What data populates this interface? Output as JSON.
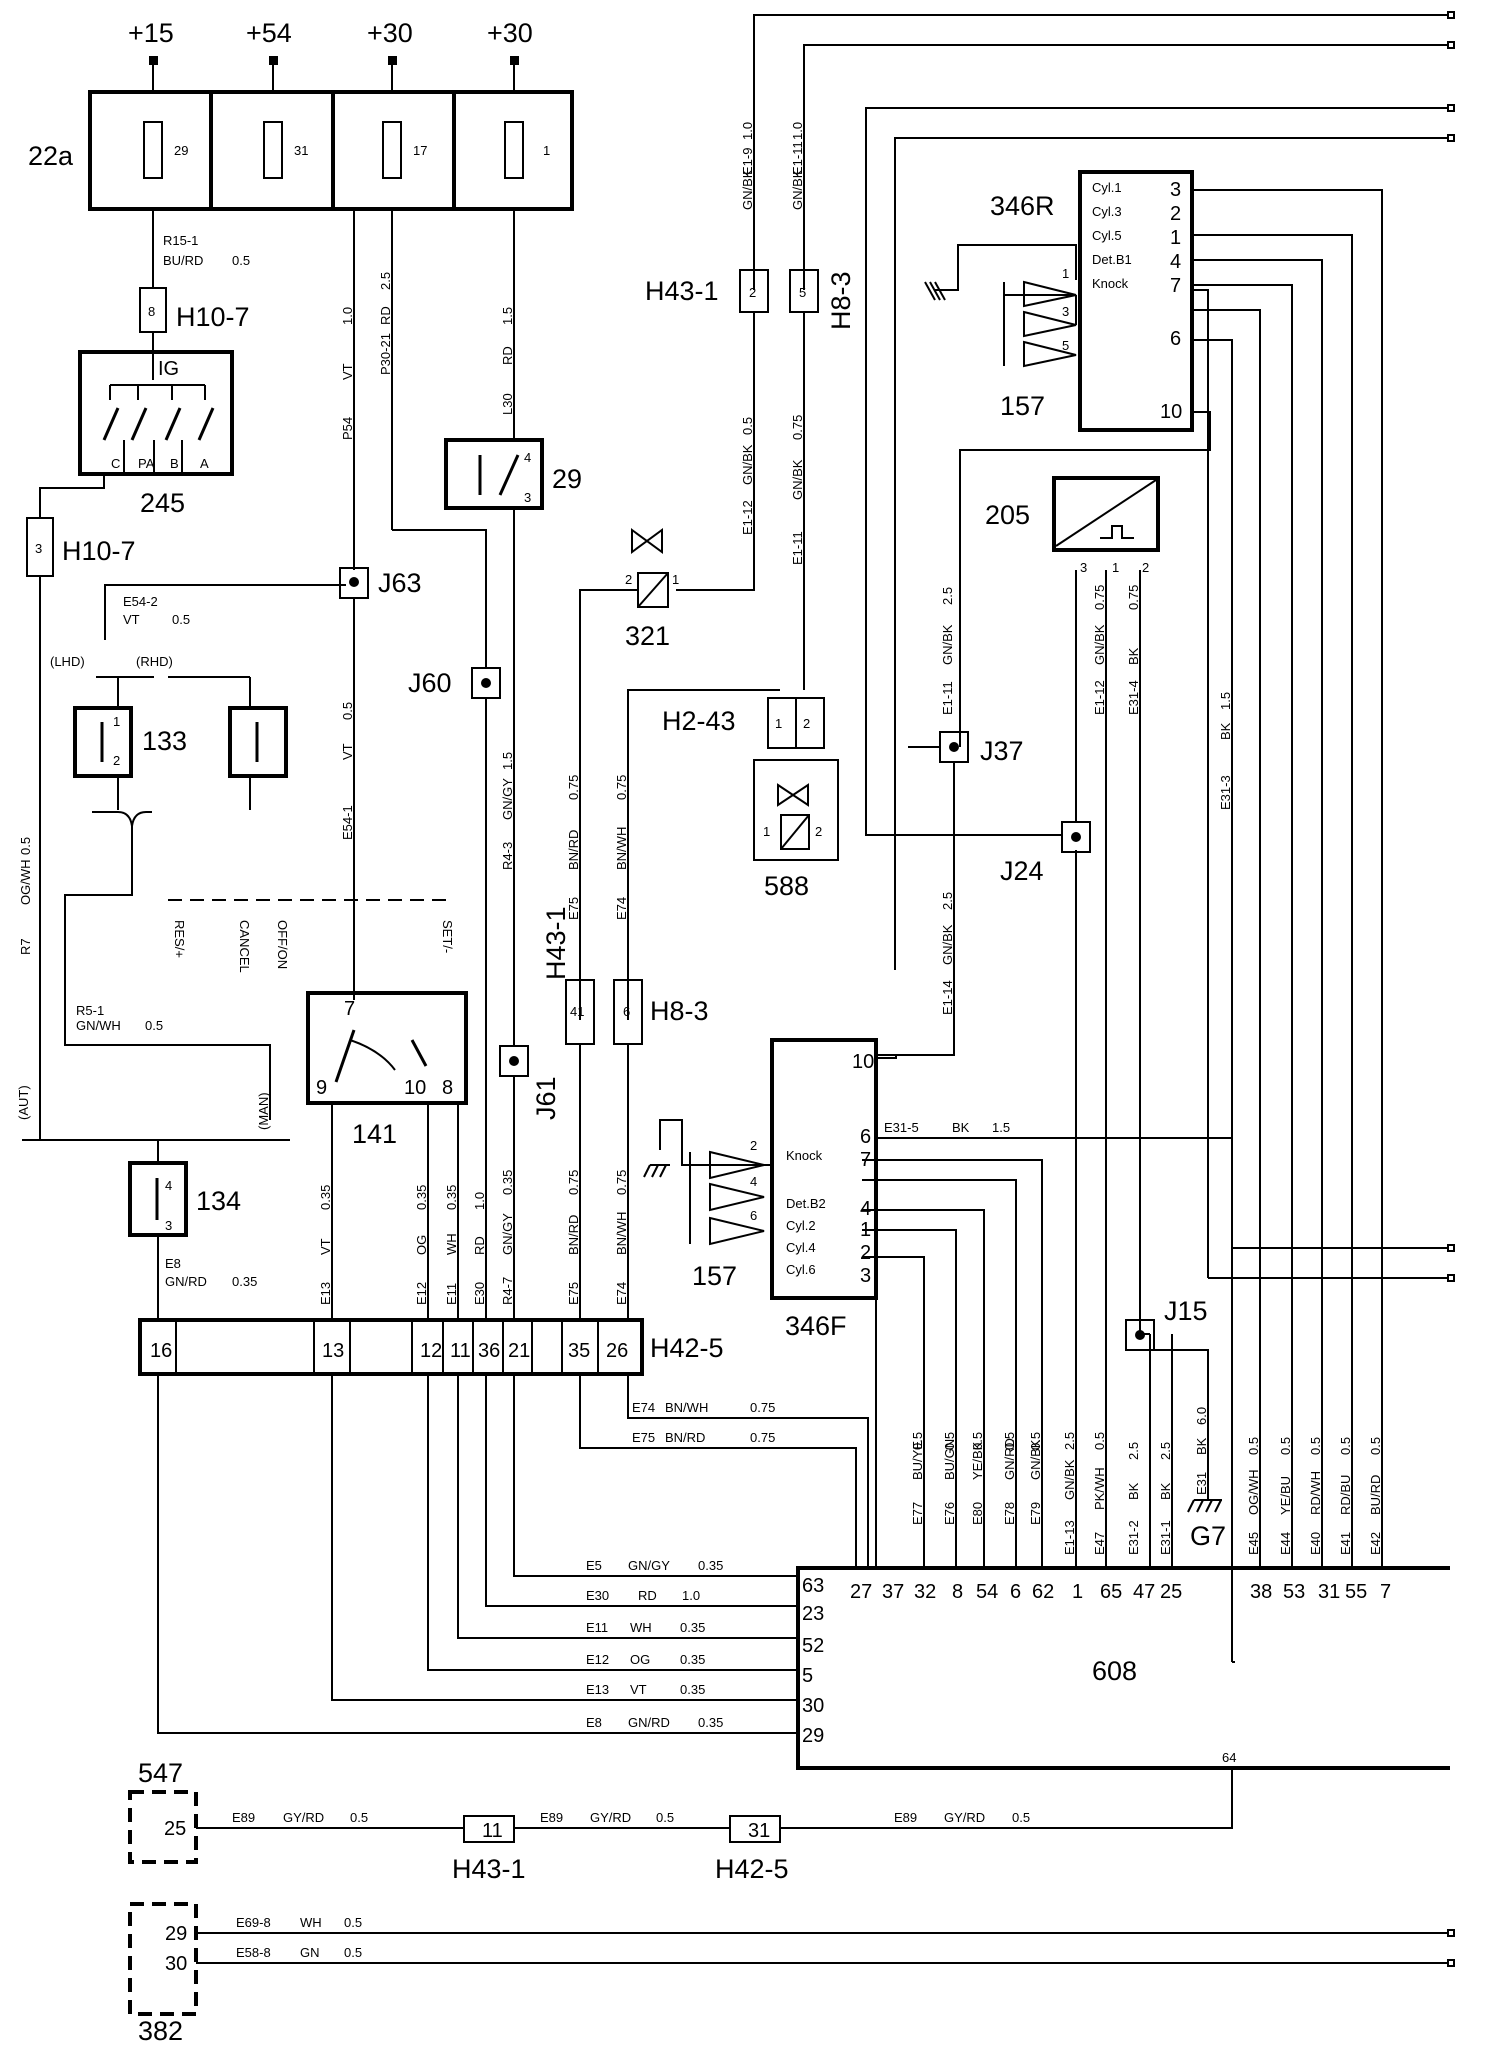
{
  "supply": {
    "p15": "+15",
    "p54": "+54",
    "p30a": "+30",
    "p30b": "+30"
  },
  "fuse_box": {
    "id": "22a",
    "fuses": [
      "29",
      "31",
      "17",
      "1"
    ]
  },
  "wires": {
    "r15": "R15-1",
    "r15c": "BU/RD",
    "r15s": "0.5",
    "p54": "P54",
    "p54c": "VT",
    "p54s": "1.0",
    "p30": "P30-21",
    "p30c": "RD",
    "p30s": "2.5",
    "l30": "L30",
    "l30c": "RD",
    "l30s": "1.5",
    "e19": "E1-9",
    "e19c": "GN/BK",
    "e19s": "1.0",
    "e111": "E1-11",
    "e111c": "GN/BK",
    "e111s": "1.0",
    "e112a": "E1-12",
    "e112ac": "GN/BK",
    "e112as": "0.5",
    "e111b": "E1-11",
    "e111bc": "GN/BK",
    "e111bs": "0.75",
    "e542": "E54-2",
    "e542c": "VT",
    "e542s": "0.5",
    "e541": "E54-1",
    "e541c": "VT",
    "e541s": "0.5",
    "r7": "R7",
    "r7c": "OG/WH",
    "r7s": "0.5",
    "r51": "R5-1",
    "r51c": "GN/WH",
    "r51s": "0.5",
    "r43": "R4-3",
    "r43c": "GN/GY",
    "r43s": "1.5",
    "e75a": "E75",
    "e75ac": "BN/RD",
    "e75as": "0.75",
    "e74a": "E74",
    "e74ac": "BN/WH",
    "e74as": "0.75",
    "e111c2": "E1-11",
    "e111c2c": "GN/BK",
    "e111c2s": "2.5",
    "e112b": "E1-12",
    "e112bc": "GN/BK",
    "e112bs": "0.75",
    "e314": "E31-4",
    "e314c": "BK",
    "e314s": "0.75",
    "e313": "E31-3",
    "e313c": "BK",
    "e313s": "1.5",
    "e114": "E1-14",
    "e114c": "GN/BK",
    "e114s": "2.5",
    "e315": "E31-5",
    "e315c": "BK",
    "e315s": "1.5",
    "e8": "E8",
    "e8c": "GN/RD",
    "e8s": "0.35",
    "e74b": "E74",
    "e74bc": "BN/WH",
    "e74bs": "0.75",
    "e75b": "E75",
    "e75bc": "BN/RD",
    "e75bs": "0.75",
    "e89": "E89",
    "e89c": "GY/RD",
    "e89s": "0.5",
    "e698": "E69-8",
    "e698c": "WH",
    "e698s": "0.5",
    "e588": "E58-8",
    "e588c": "GN",
    "e588s": "0.5",
    "lhd": "(LHD)",
    "rhd": "(RHD)",
    "aut": "(AUT)",
    "man": "(MAN)"
  },
  "h42_vert": [
    {
      "n": "E13",
      "c": "VT",
      "s": "0.35"
    },
    {
      "n": "E12",
      "c": "OG",
      "s": "0.35"
    },
    {
      "n": "E11",
      "c": "WH",
      "s": "0.35"
    },
    {
      "n": "E30",
      "c": "RD",
      "s": "1.0"
    },
    {
      "n": "R4-7",
      "c": "GN/GY",
      "s": "0.35"
    },
    {
      "n": "E75",
      "c": "BN/RD",
      "s": "0.75"
    },
    {
      "n": "E74",
      "c": "BN/WH",
      "s": "0.75"
    }
  ],
  "h42_pins": [
    "16",
    "13",
    "12",
    "11",
    "36",
    "21",
    "35",
    "26"
  ],
  "ecu_left_wires": [
    {
      "n": "E5",
      "c": "GN/GY",
      "s": "0.35",
      "pin": "63"
    },
    {
      "n": "E30",
      "c": "RD",
      "s": "1.0",
      "pin": "23"
    },
    {
      "n": "E11",
      "c": "WH",
      "s": "0.35",
      "pin": "52"
    },
    {
      "n": "E12",
      "c": "OG",
      "s": "0.35",
      "pin": "5"
    },
    {
      "n": "E13",
      "c": "VT",
      "s": "0.35",
      "pin": "30"
    },
    {
      "n": "E8",
      "c": "GN/RD",
      "s": "0.35",
      "pin": "29"
    }
  ],
  "ecu_top_wires": [
    {
      "n": "E77",
      "c": "BU/YE",
      "s": "0.5"
    },
    {
      "n": "E76",
      "c": "BU/GN",
      "s": "0.5"
    },
    {
      "n": "E80",
      "c": "YE/BK",
      "s": "0.5"
    },
    {
      "n": "E78",
      "c": "GN/RD",
      "s": "0.5"
    },
    {
      "n": "E79",
      "c": "GN/BK",
      "s": "0.5"
    },
    {
      "n": "E1-13",
      "c": "GN/BK",
      "s": "2.5"
    },
    {
      "n": "E47",
      "c": "PK/WH",
      "s": "0.5"
    },
    {
      "n": "E31-2",
      "c": "BK",
      "s": "2.5"
    },
    {
      "n": "E31-1",
      "c": "BK",
      "s": "2.5"
    },
    {
      "n": "E31",
      "c": "BK",
      "s": "6.0"
    },
    {
      "n": "E45",
      "c": "OG/WH",
      "s": "0.5"
    },
    {
      "n": "E44",
      "c": "YE/BU",
      "s": "0.5"
    },
    {
      "n": "E40",
      "c": "RD/WH",
      "s": "0.5"
    },
    {
      "n": "E41",
      "c": "RD/BU",
      "s": "0.5"
    },
    {
      "n": "E42",
      "c": "BU/RD",
      "s": "0.5"
    }
  ],
  "ecu_top_pins": [
    "27",
    "37",
    "32",
    "8",
    "54",
    "6",
    "62",
    "1",
    "65",
    "47",
    "25",
    "38",
    "53",
    "31",
    "55",
    "7"
  ],
  "components": {
    "ecu": "608",
    "ecu_pin64": "64",
    "c245": "245",
    "c245_ig": "IG",
    "c245_pins": [
      "C",
      "PA",
      "B",
      "A"
    ],
    "c133": "133",
    "c134": "134",
    "c141": "141",
    "c29": "29",
    "c321": "321",
    "c588": "588",
    "c205": "205",
    "c346r": "346R",
    "c346f": "346F",
    "c157a": "157",
    "c157b": "157",
    "c547": "547",
    "c382": "382",
    "g7": "G7"
  },
  "connectors": {
    "h107a": "H10-7",
    "h107b": "H10-7",
    "h431": "H43-1",
    "h83": "H8-3",
    "h243": "H2-43",
    "h431b": "H43-1",
    "h83b": "H8-3",
    "h425": "H42-5",
    "h431c": "H43-1",
    "h425b": "H42-5",
    "j63": "J63",
    "j60": "J60",
    "j61": "J61",
    "j37": "J37",
    "j24": "J24",
    "j15": "J15"
  },
  "pins": {
    "h107a": "8",
    "h107b": "3",
    "h431": "2",
    "h83": "5",
    "h243a": "1",
    "h243b": "2",
    "h431b": "41",
    "h83b": "6",
    "h431c": "11",
    "h425b": "31",
    "c547": "25",
    "c382a": "29",
    "c382b": "30",
    "c29a": "4",
    "c29b": "3",
    "c321a": "2",
    "c321b": "1",
    "c588a": "1",
    "c588b": "2",
    "c133a": "1",
    "c133b": "2",
    "c134a": "4",
    "c134b": "3",
    "c141a": "7",
    "c141b": "9",
    "c141c": "10",
    "c141d": "8",
    "c205a": "3",
    "c205b": "1",
    "c205c": "2"
  },
  "sensor346r": {
    "labels": [
      "Cyl.1",
      "Cyl.3",
      "Cyl.5",
      "Det.B1",
      "Knock"
    ],
    "pins": [
      "3",
      "2",
      "1",
      "4",
      "7"
    ],
    "p6": "6",
    "p10": "10",
    "s1": "1",
    "s3": "3",
    "s5": "5"
  },
  "sensor346f": {
    "labels": [
      "Knock",
      "Det.B2",
      "Cyl.2",
      "Cyl.4",
      "Cyl.6"
    ],
    "pins": [
      "6",
      "7",
      "4",
      "1",
      "2",
      "3"
    ],
    "p10": "10",
    "s2": "2",
    "s4": "4",
    "s6": "6"
  },
  "switch141": [
    "RES/+",
    "CANCEL",
    "OFF/ON",
    "SET/-"
  ]
}
